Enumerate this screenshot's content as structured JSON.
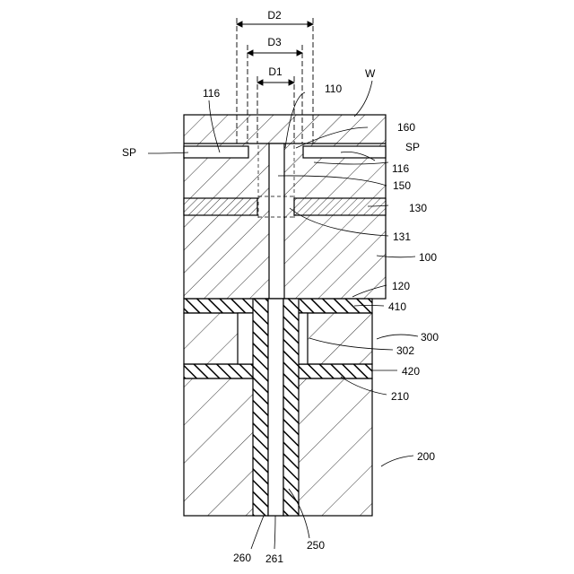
{
  "diagram": {
    "dimensions": {
      "d2": "D2",
      "d3": "D3",
      "d1": "D1"
    },
    "labels": {
      "ref_110": "110",
      "ref_w": "W",
      "ref_116_top": "116",
      "ref_160": "160",
      "ref_sp_left": "SP",
      "ref_sp_right": "SP",
      "ref_116_right": "116",
      "ref_150": "150",
      "ref_130": "130",
      "ref_131": "131",
      "ref_100": "100",
      "ref_120": "120",
      "ref_410": "410",
      "ref_300": "300",
      "ref_302": "302",
      "ref_420": "420",
      "ref_210": "210",
      "ref_200": "200",
      "ref_260": "260",
      "ref_261": "261",
      "ref_250": "250"
    },
    "colors": {
      "line": "#000000",
      "background": "#ffffff"
    }
  }
}
